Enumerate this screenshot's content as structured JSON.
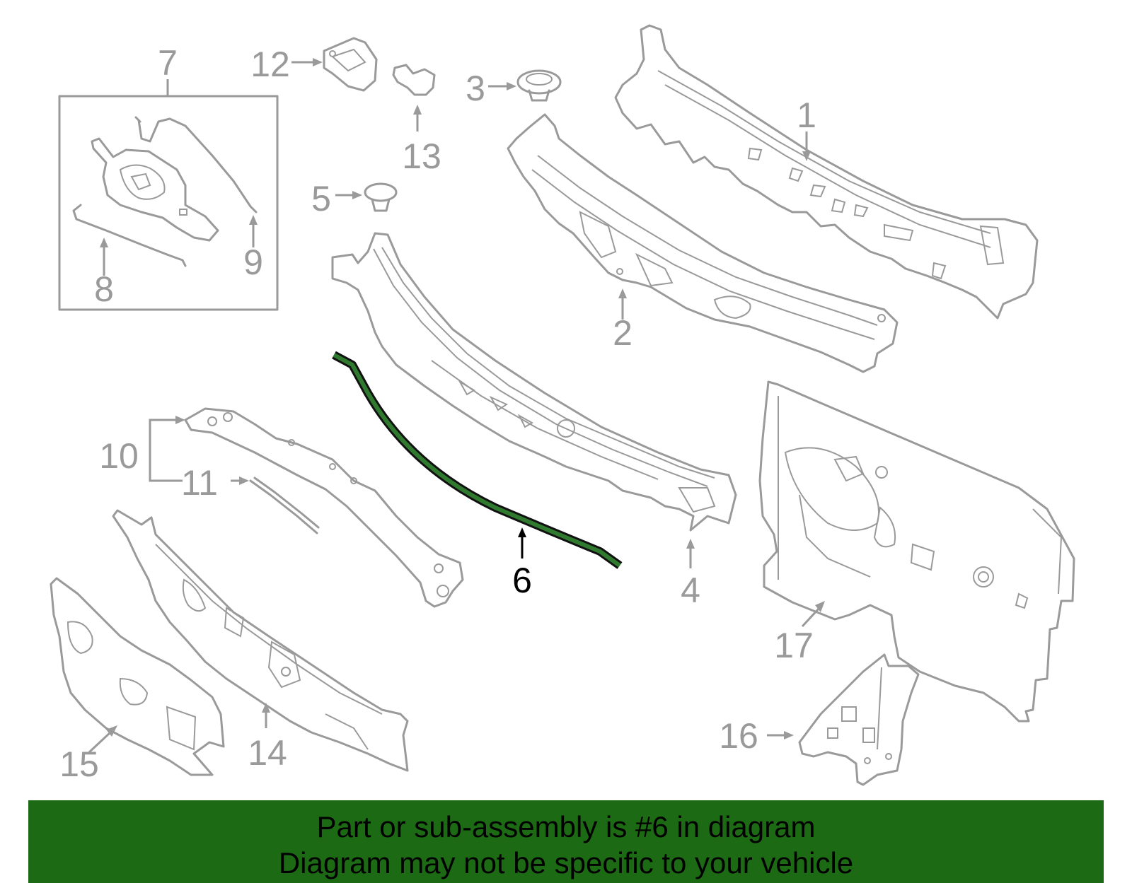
{
  "diagram": {
    "callouts": {
      "c1": "1",
      "c2": "2",
      "c3": "3",
      "c4": "4",
      "c5": "5",
      "c6": "6",
      "c7": "7",
      "c8": "8",
      "c9": "9",
      "c10": "10",
      "c11": "11",
      "c12": "12",
      "c13": "13",
      "c14": "14",
      "c15": "15",
      "c16": "16",
      "c17": "17"
    },
    "highlighted_part": "6",
    "highlight_color": "#2f7a2f",
    "part_line_color": "#9a9a9a"
  },
  "banner": {
    "line1": "Part or sub-assembly is #6 in diagram",
    "line2": "Diagram may not be specific to your vehicle",
    "background": "#1d6a15"
  }
}
